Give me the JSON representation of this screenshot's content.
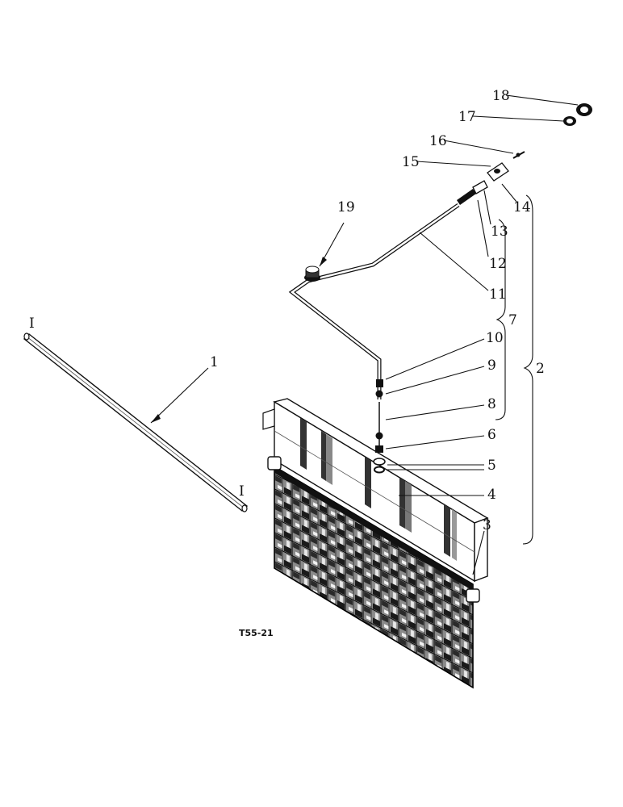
{
  "drawing_code": "T55-21",
  "colors": {
    "ink": "#111111",
    "paper": "#ffffff",
    "panel_mid": "#7a7a7a"
  },
  "callouts": [
    {
      "id": "c1",
      "text": "1"
    },
    {
      "id": "c1a",
      "text": "I"
    },
    {
      "id": "c1b",
      "text": "I"
    },
    {
      "id": "c2",
      "text": "2"
    },
    {
      "id": "c3",
      "text": "3"
    },
    {
      "id": "c4",
      "text": "4"
    },
    {
      "id": "c5",
      "text": "5"
    },
    {
      "id": "c6",
      "text": "6"
    },
    {
      "id": "c7",
      "text": "7"
    },
    {
      "id": "c8",
      "text": "8"
    },
    {
      "id": "c9",
      "text": "9"
    },
    {
      "id": "c10",
      "text": "10"
    },
    {
      "id": "c11",
      "text": "11"
    },
    {
      "id": "c12",
      "text": "12"
    },
    {
      "id": "c13",
      "text": "13"
    },
    {
      "id": "c14",
      "text": "14"
    },
    {
      "id": "c15",
      "text": "15"
    },
    {
      "id": "c16",
      "text": "16"
    },
    {
      "id": "c17",
      "text": "17"
    },
    {
      "id": "c18",
      "text": "18"
    },
    {
      "id": "c19",
      "text": "19"
    }
  ]
}
